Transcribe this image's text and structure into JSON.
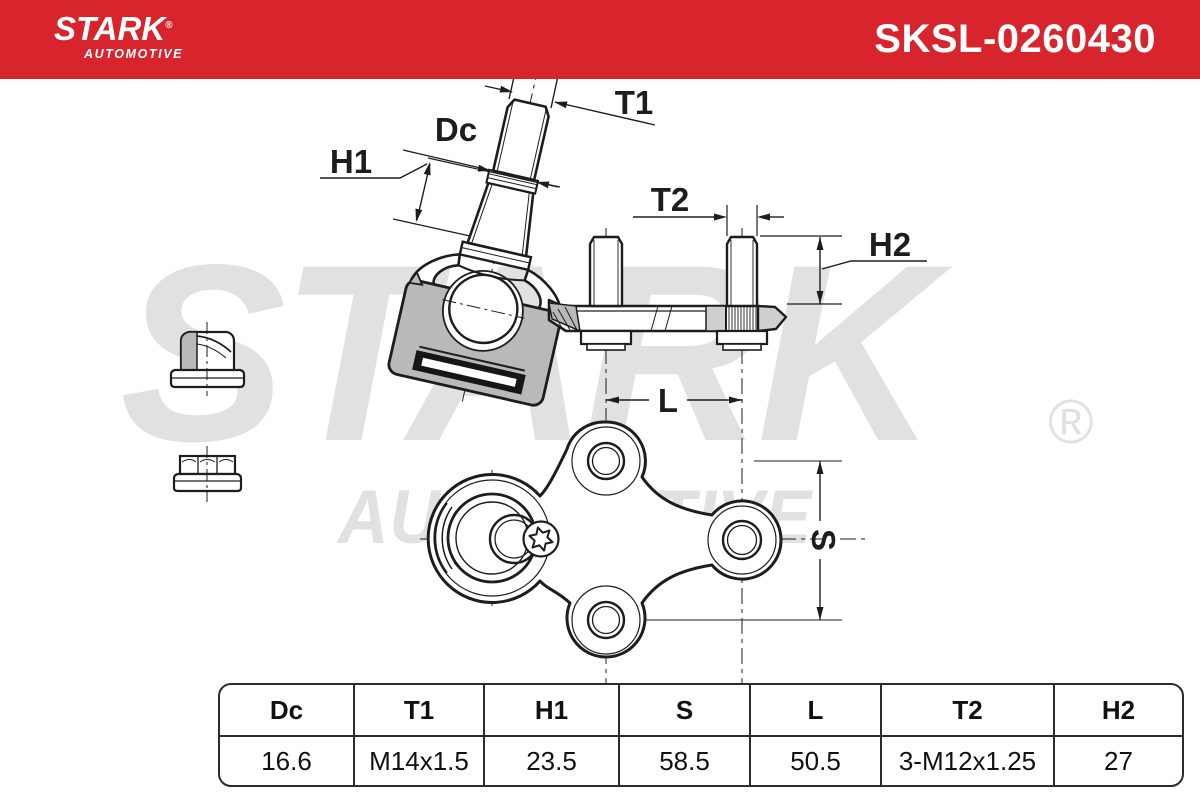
{
  "header": {
    "brand": "STARK",
    "registered": "®",
    "brand_sub": "AUTOMOTIVE",
    "part_number": "SKSL-0260430",
    "background_color": "#d8242c",
    "text_color": "#ffffff"
  },
  "watermark": {
    "brand": "STARK",
    "registered": "®",
    "sub": "AUTOMOTIVE",
    "color": "#e1e1e1"
  },
  "drawing": {
    "type": "technical-drawing-ball-joint",
    "line_color": "#1d1d1d",
    "section_fill": "#b9b9b9",
    "dimension_labels": {
      "dc": "Dc",
      "t1": "T1",
      "h1": "H1",
      "t2": "T2",
      "h2": "H2",
      "l": "L",
      "s": "S"
    }
  },
  "table": {
    "headers": [
      "Dc",
      "T1",
      "H1",
      "S",
      "L",
      "T2",
      "H2"
    ],
    "values": [
      "16.6",
      "M14x1.5",
      "23.5",
      "58.5",
      "50.5",
      "3-M12x1.25",
      "27"
    ]
  }
}
